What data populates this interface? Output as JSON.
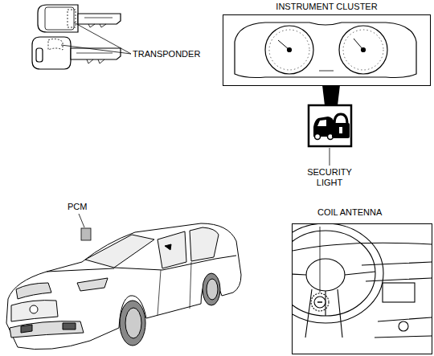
{
  "diagram": {
    "nodes": [
      {
        "text": [
          "INSTRUMENT CLUSTER"
        ]
      },
      {
        "text": [
          "COIL ANTENNA"
        ]
      }
    ],
    "labels": [
      "TRANSPONDER",
      "SECURITY LIGHT",
      "PCM"
    ]
  }
}
